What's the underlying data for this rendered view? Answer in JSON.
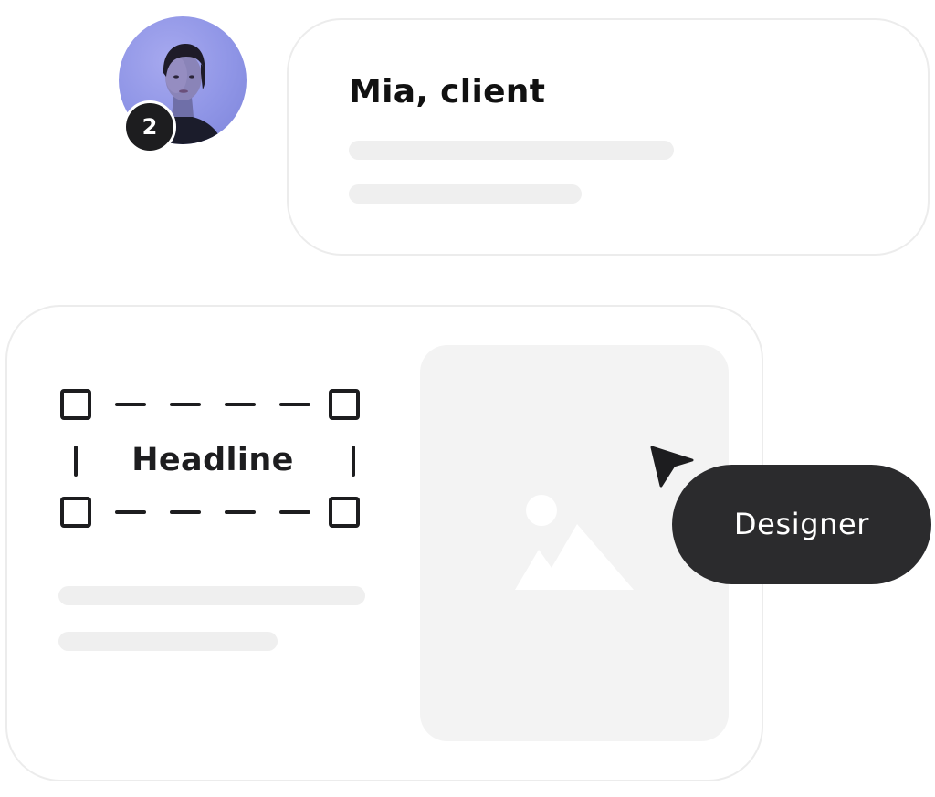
{
  "comment": {
    "author": "Mia, client",
    "notification_count": "2"
  },
  "editor": {
    "headline": "Headline"
  },
  "cursor": {
    "label": "Designer"
  },
  "icons": {
    "image_placeholder": "image-icon",
    "cursor": "cursor-arrow-icon"
  },
  "colors": {
    "accent_dark": "#2b2b2d",
    "skeleton": "#efefef",
    "avatar_bg": "#8f95e6"
  }
}
